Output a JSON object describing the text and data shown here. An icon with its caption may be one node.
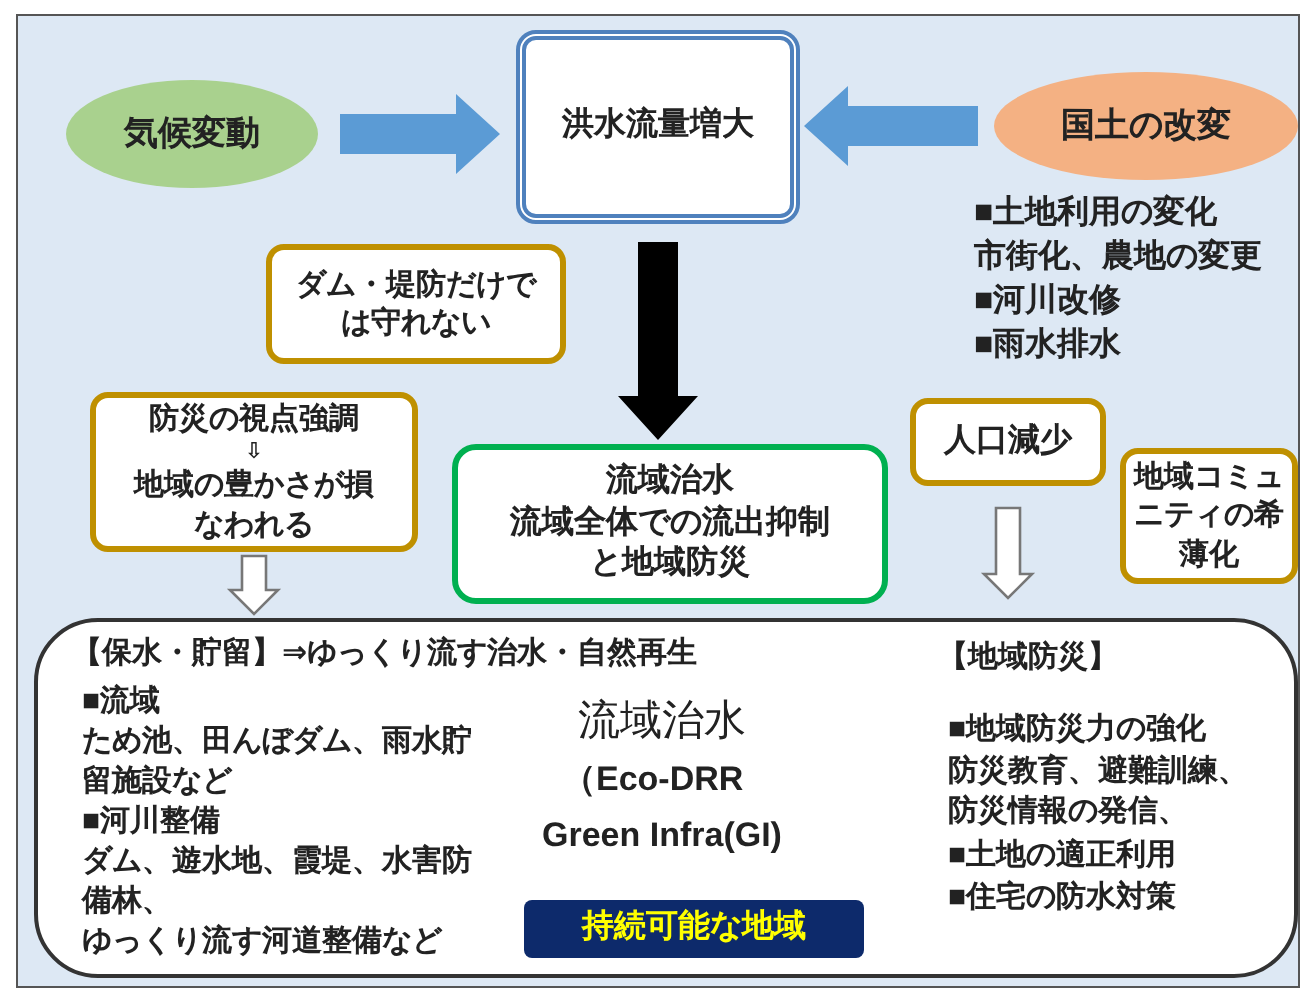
{
  "diagram": {
    "nodes": [
      {
        "text": [
          "気候変動"
        ]
      },
      {
        "text": [
          "洪水流量増大"
        ]
      },
      {
        "text": [
          "国土の改変"
        ],
        "beside": [
          "■土地利用の変化",
          "市街化、農地の変更",
          "■河川改修",
          "■雨水排水"
        ]
      },
      {
        "text": [
          "ダム・堤防だけでは守れない"
        ]
      },
      {
        "text": [
          "防災の視点強調",
          "⇩",
          "地域の豊かさが損なわれる"
        ]
      },
      {
        "text": [
          "流域治水",
          "流域全体での流出抑制と地域防災"
        ]
      },
      {
        "text": [
          "人口減少"
        ]
      },
      {
        "text": [
          "地域コミュニティの希薄化"
        ]
      },
      {
        "text": [
          "【保水・貯留】⇒ゆっくり流す治水・自然再生",
          "■流域",
          "ため池、田んぼダム、雨水貯留施設など",
          "■河川整備",
          "ダム、遊水地、霞堤、水害防備林、",
          "ゆっくり流す河道整備など",
          "流域治水",
          "（Eco-DRR",
          "Green Infra(GI)",
          "【地域防災】",
          "■地域防災力の強化",
          "防災教育、避難訓練、防災情報の発信、",
          "■土地の適正利用",
          "■住宅の防水対策"
        ]
      },
      {
        "text": [
          "持続可能な地域"
        ],
        "in": 8
      }
    ],
    "edges": [
      {
        "from": 0,
        "to": 1,
        "arrow": "to",
        "style": "thick",
        "color": "#5b9bd5"
      },
      {
        "from": 2,
        "to": 1,
        "arrow": "to",
        "style": "thick",
        "color": "#5b9bd5"
      },
      {
        "from": 1,
        "to": 5,
        "arrow": "to",
        "style": "thick",
        "color": "#000000"
      },
      {
        "from": 4,
        "to": 8,
        "arrow": "to"
      },
      {
        "from": 6,
        "to": 8,
        "arrow": "to"
      }
    ]
  }
}
